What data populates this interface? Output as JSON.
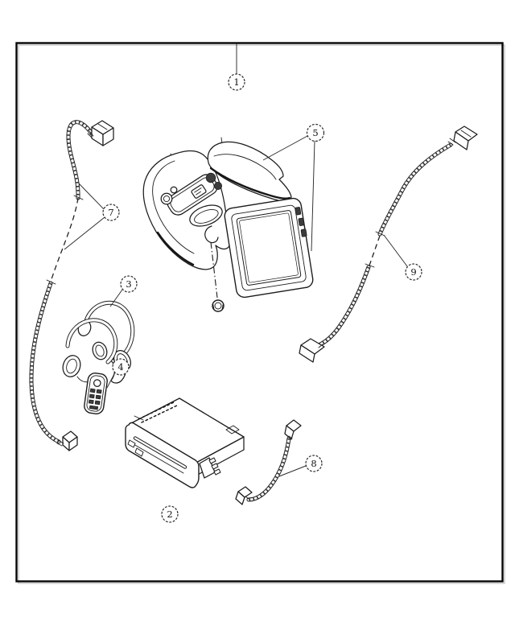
{
  "page": {
    "background": "#ffffff",
    "ink_color": "#1c1c1c",
    "frame_color": "#050505"
  },
  "diagram": {
    "kind": "exploded-parts-diagram",
    "subject": "overhead-dvd-video-entertainment-system",
    "callouts": [
      {
        "number": "1",
        "part": "overhead-console-assembly"
      },
      {
        "number": "2",
        "part": "dvd-player-unit"
      },
      {
        "number": "3",
        "part": "headphones-pair"
      },
      {
        "number": "4",
        "part": "remote-control"
      },
      {
        "number": "5",
        "part": "monitor-screen-and-cover"
      },
      {
        "number": "7",
        "part": "main-wiring-harness"
      },
      {
        "number": "8",
        "part": "jumper-wiring-harness"
      },
      {
        "number": "9",
        "part": "rear-wiring-harness"
      }
    ]
  }
}
